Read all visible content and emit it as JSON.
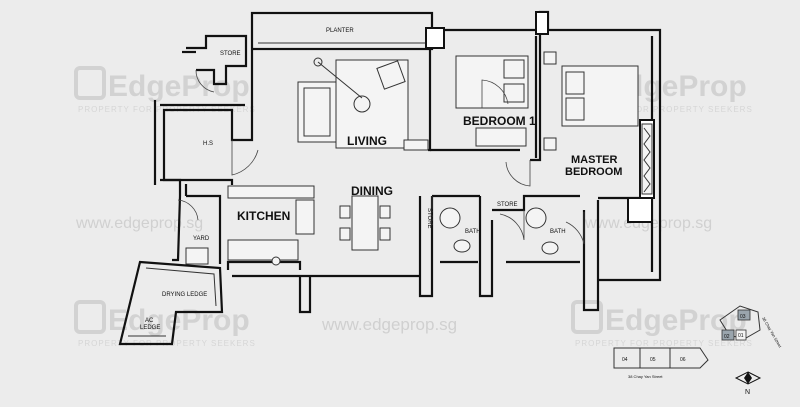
{
  "watermarks": {
    "brand": "EdgeProp",
    "tagline": "PROPERTY FOR PROPERTY SEEKERS",
    "url": "www.edgeprop.sg"
  },
  "rooms": {
    "planter": "PLANTER",
    "store_top": "STORE",
    "living": "LIVING",
    "bedroom1": "BEDROOM 1",
    "master_line1": "MASTER",
    "master_line2": "BEDROOM",
    "hs": "H.S",
    "dining": "DINING",
    "kitchen": "KITCHEN",
    "yard": "YARD",
    "drying": "DRYING LEDGE",
    "ac_line1": "AC",
    "ac_line2": "LEDGE",
    "store_vertical": "STORE",
    "store_mid": "STORE",
    "bath1": "BATH",
    "bath2": "BATH"
  },
  "keyplan": {
    "blocks": [
      "03",
      "01",
      "02",
      "04",
      "05",
      "06"
    ],
    "road_right": "38 Chay Yan Street",
    "road_bottom": "38 Chay Yan Street"
  },
  "north": "N"
}
